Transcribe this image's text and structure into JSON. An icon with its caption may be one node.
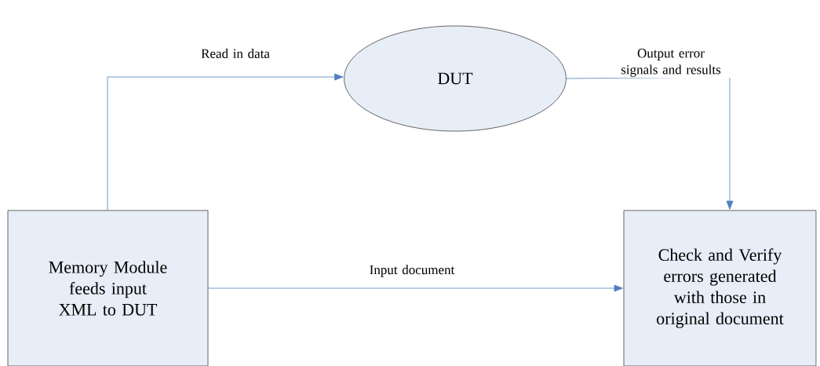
{
  "diagram": {
    "nodes": [
      {
        "text": [
          "DUT"
        ]
      },
      {
        "text": [
          "Memory Module feeds input XML to DUT"
        ]
      },
      {
        "text": [
          "Check and Verify errors generated with those in original document"
        ]
      }
    ],
    "edges": [
      {
        "from": 1,
        "to": 0,
        "arrow": "to",
        "label": "Read in data"
      },
      {
        "from": 0,
        "to": 2,
        "arrow": "to",
        "label": "Output error signals and results"
      },
      {
        "from": 1,
        "to": 2,
        "arrow": "to",
        "label": "Input document"
      }
    ]
  }
}
